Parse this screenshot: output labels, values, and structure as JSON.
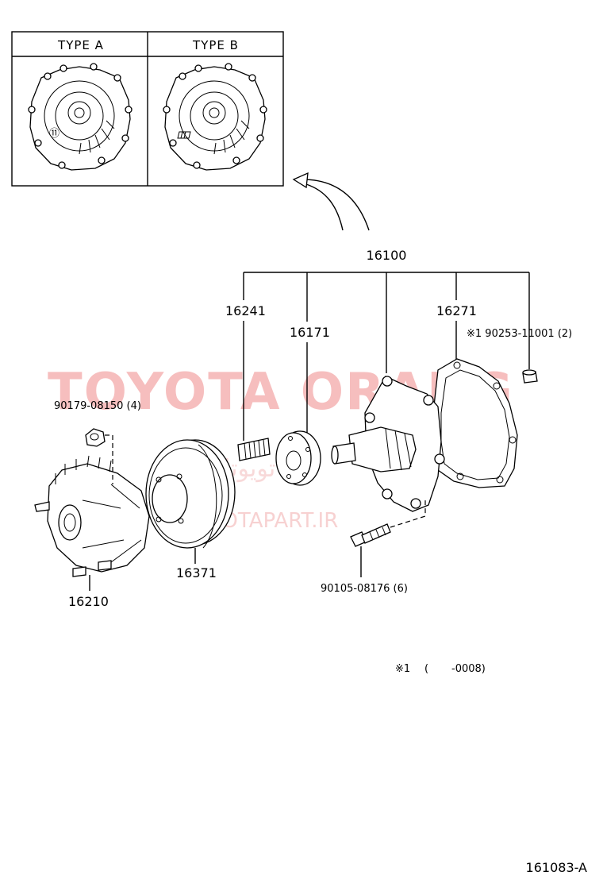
{
  "types": {
    "a": "TYPE  A",
    "b": "TYPE  B"
  },
  "labels": {
    "assy": "16100",
    "stud": "16241",
    "flange": "16171",
    "gasket": "16271",
    "plug": "※1 90253-11001 (2)",
    "nut": "90179-08150 (4)",
    "fan_coupling": "16210",
    "pulley": "16371",
    "bolt": "90105-08176 (6)"
  },
  "note": {
    "mark": "※1",
    "range": "(       -0008)"
  },
  "diagram_code": "161083-A",
  "watermark": {
    "main": "TOYOTA ORANG",
    "persian": "تویوتا اورنگ",
    "site": "TOYOTAPART.IR"
  }
}
